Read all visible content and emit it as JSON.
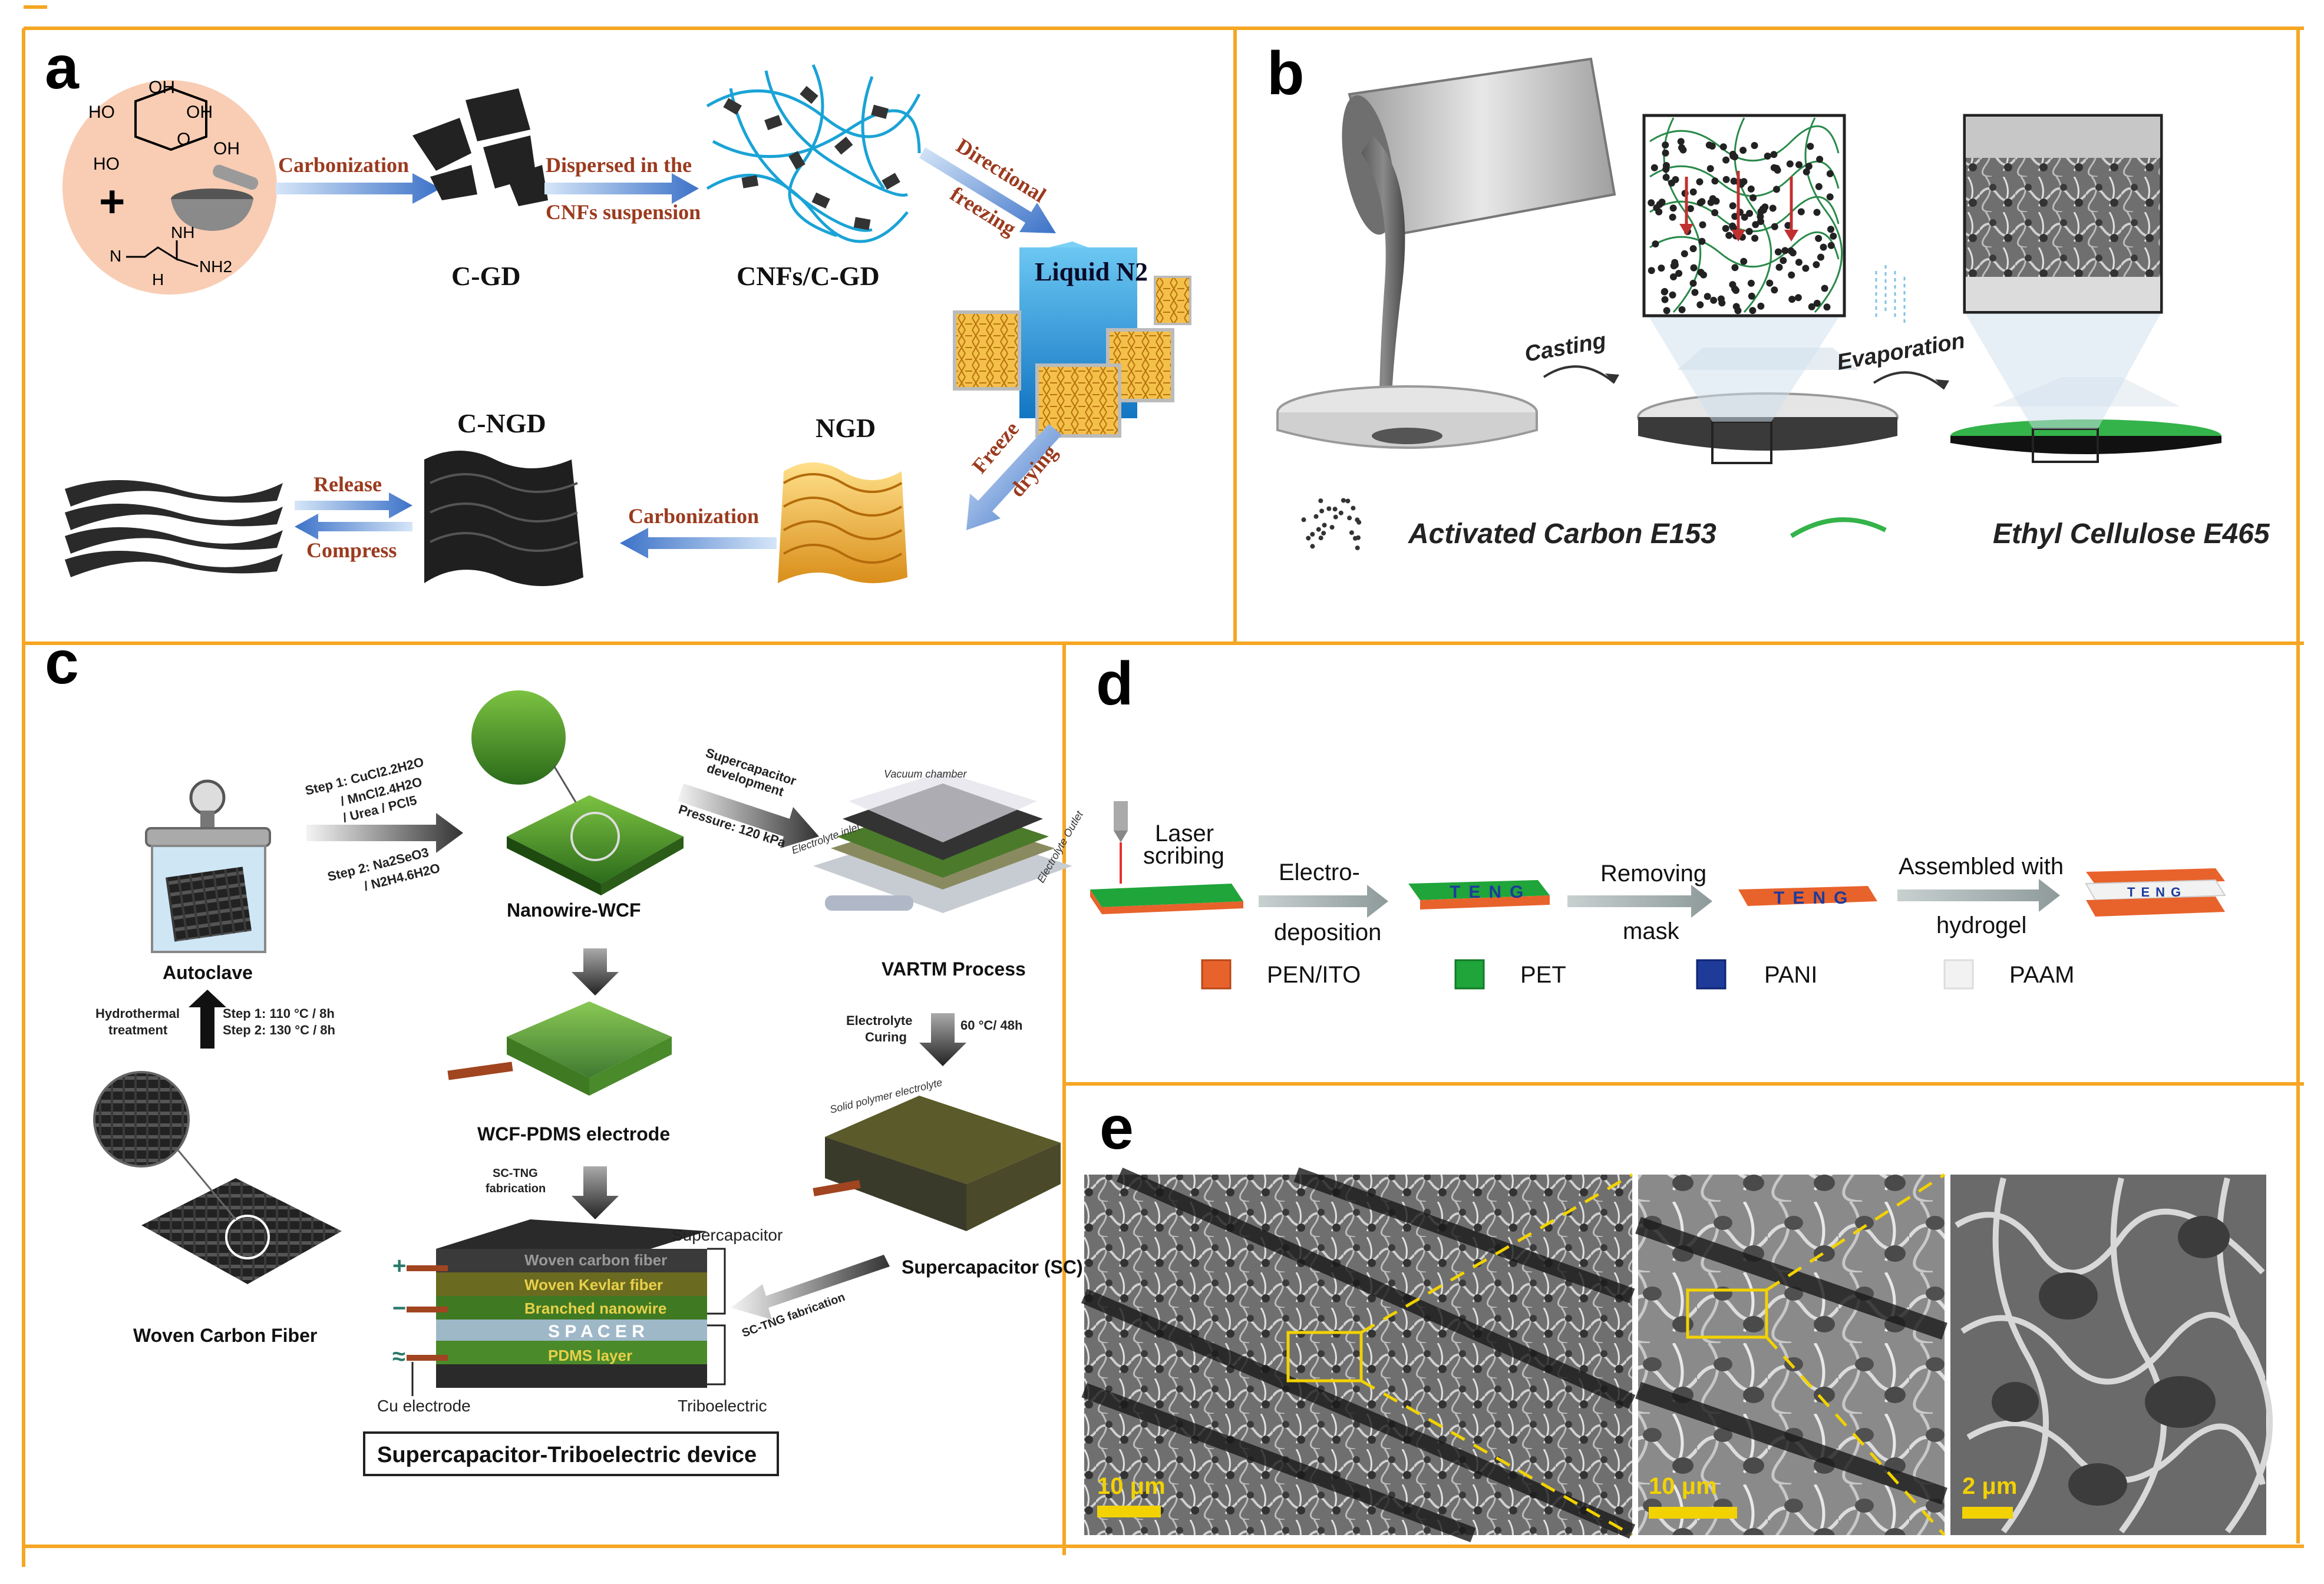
{
  "panels": {
    "a": {
      "letter": "a",
      "arrow_carbonization_1": "Carbonization",
      "arrow_dispersed_1": "Dispersed in the",
      "arrow_dispersed_2": "CNFs suspension",
      "arrow_directional_1": "Directional",
      "arrow_directional_2": "freezing",
      "liquid_label": "Liquid N2",
      "arrow_freeze_1": "Freeze",
      "arrow_freeze_2": "drying",
      "label_cgd": "C-GD",
      "label_cnfs": "CNFs/C-GD",
      "label_ngd": "NGD",
      "label_cngd": "C-NGD",
      "arrow_carbonization_2": "Carbonization",
      "arrow_release": "Release",
      "arrow_compress": "Compress",
      "glucose": {
        "ho1": "HO",
        "oh1": "OH",
        "oh2": "OH",
        "ho2": "HO",
        "oh3": "OH",
        "o": "O"
      },
      "plus": "+",
      "dicyandiamide": {
        "nh": "NH",
        "n": "N",
        "nh2": "NH2",
        "h": "H"
      }
    },
    "b": {
      "letter": "b",
      "arrow_casting": "Casting",
      "arrow_evaporation": "Evaporation",
      "legend_activated_carbon": "Activated Carbon E153",
      "legend_ethyl_cellulose": "Ethyl Cellulose E465"
    },
    "c": {
      "letter": "c",
      "step_top_1": "Step 1: CuCl2.2H2O",
      "step_top_2": "/ MnCl2.4H2O",
      "step_top_3": "/ Urea / PCl5",
      "step_top_4": "Step 2: Na2SeO3",
      "step_top_5": "/ N2H4.6H2O",
      "supercap_dev_1": "Supercapacitor",
      "supercap_dev_2": "development",
      "pressure": "Pressure: 120 kPa",
      "autoclave": "Autoclave",
      "hydrothermal_1": "Hydrothermal",
      "hydrothermal_2": "treatment",
      "step_bottom_1": "Step 1: 110 °C / 8h",
      "step_bottom_2": "Step 2: 130 °C / 8h",
      "woven": "Woven Carbon Fiber",
      "nanowire_wcf": "Nanowire-WCF",
      "wcf_pdms": "WCF-PDMS electrode",
      "sc_tng_1": "SC-TNG",
      "sc_tng_2": "fabrication",
      "vartm": "VARTM Process",
      "electrolyte_curing_1": "Electrolyte",
      "electrolyte_curing_2": "Curing",
      "curing_temp": "60 °C/ 48h",
      "vacuum_chamber": "Vacuum chamber",
      "electrolyte_inlet": "Electrolyte inlet",
      "electrolyte_outlet": "Electrolyte Outlet",
      "solid_polymer": "Solid polymer electrolyte",
      "supercapacitor_sc": "Supercapacitor (SC)",
      "sc_tng_fab": "SC-TNG fabrication",
      "supercapacitor_lbl": "Supercapacitor",
      "woven_carbon_fiber_layer": "Woven carbon fiber",
      "woven_kevlar": "Woven Kevlar fiber",
      "branched_nanowire": "Branched nanowire",
      "spacer": "S P A C E R",
      "pdms_layer": "PDMS layer",
      "cu_electrode": "Cu electrode",
      "triboelectric": "Triboelectric",
      "sign_plus": "+",
      "sign_minus": "−",
      "sign_wave": "≈",
      "device_box": "Supercapacitor-Triboelectric device"
    },
    "d": {
      "letter": "d",
      "laser_1": "Laser",
      "laser_2": "scribing",
      "electro_1": "Electro-",
      "electro_2": "deposition",
      "removing_1": "Removing",
      "removing_2": "mask",
      "assembled_1": "Assembled with",
      "assembled_2": "hydrogel",
      "teng": "TENG",
      "legend": [
        {
          "label": "PEN/ITO",
          "color": "#e8622c"
        },
        {
          "label": "PET",
          "color": "#1fa53a"
        },
        {
          "label": "PANI",
          "color": "#1f3b9a"
        },
        {
          "label": "PAAM",
          "color": "#f2f2f2"
        }
      ]
    },
    "e": {
      "letter": "e",
      "scale_1": "10 μm",
      "scale_2": "10 μm",
      "scale_3": "2 μm"
    }
  },
  "colors": {
    "frame": "#f5a623",
    "arrow_label_brown": "#9b3a1e",
    "arrow_blue": "#4a7fd0",
    "cnf_blue": "#1aa3d6",
    "liquid_cube": "#2aa0e0",
    "ngd_gold": "#f0b43a",
    "scale_yellow": "#f2d200",
    "green_film": "#34b34a"
  }
}
